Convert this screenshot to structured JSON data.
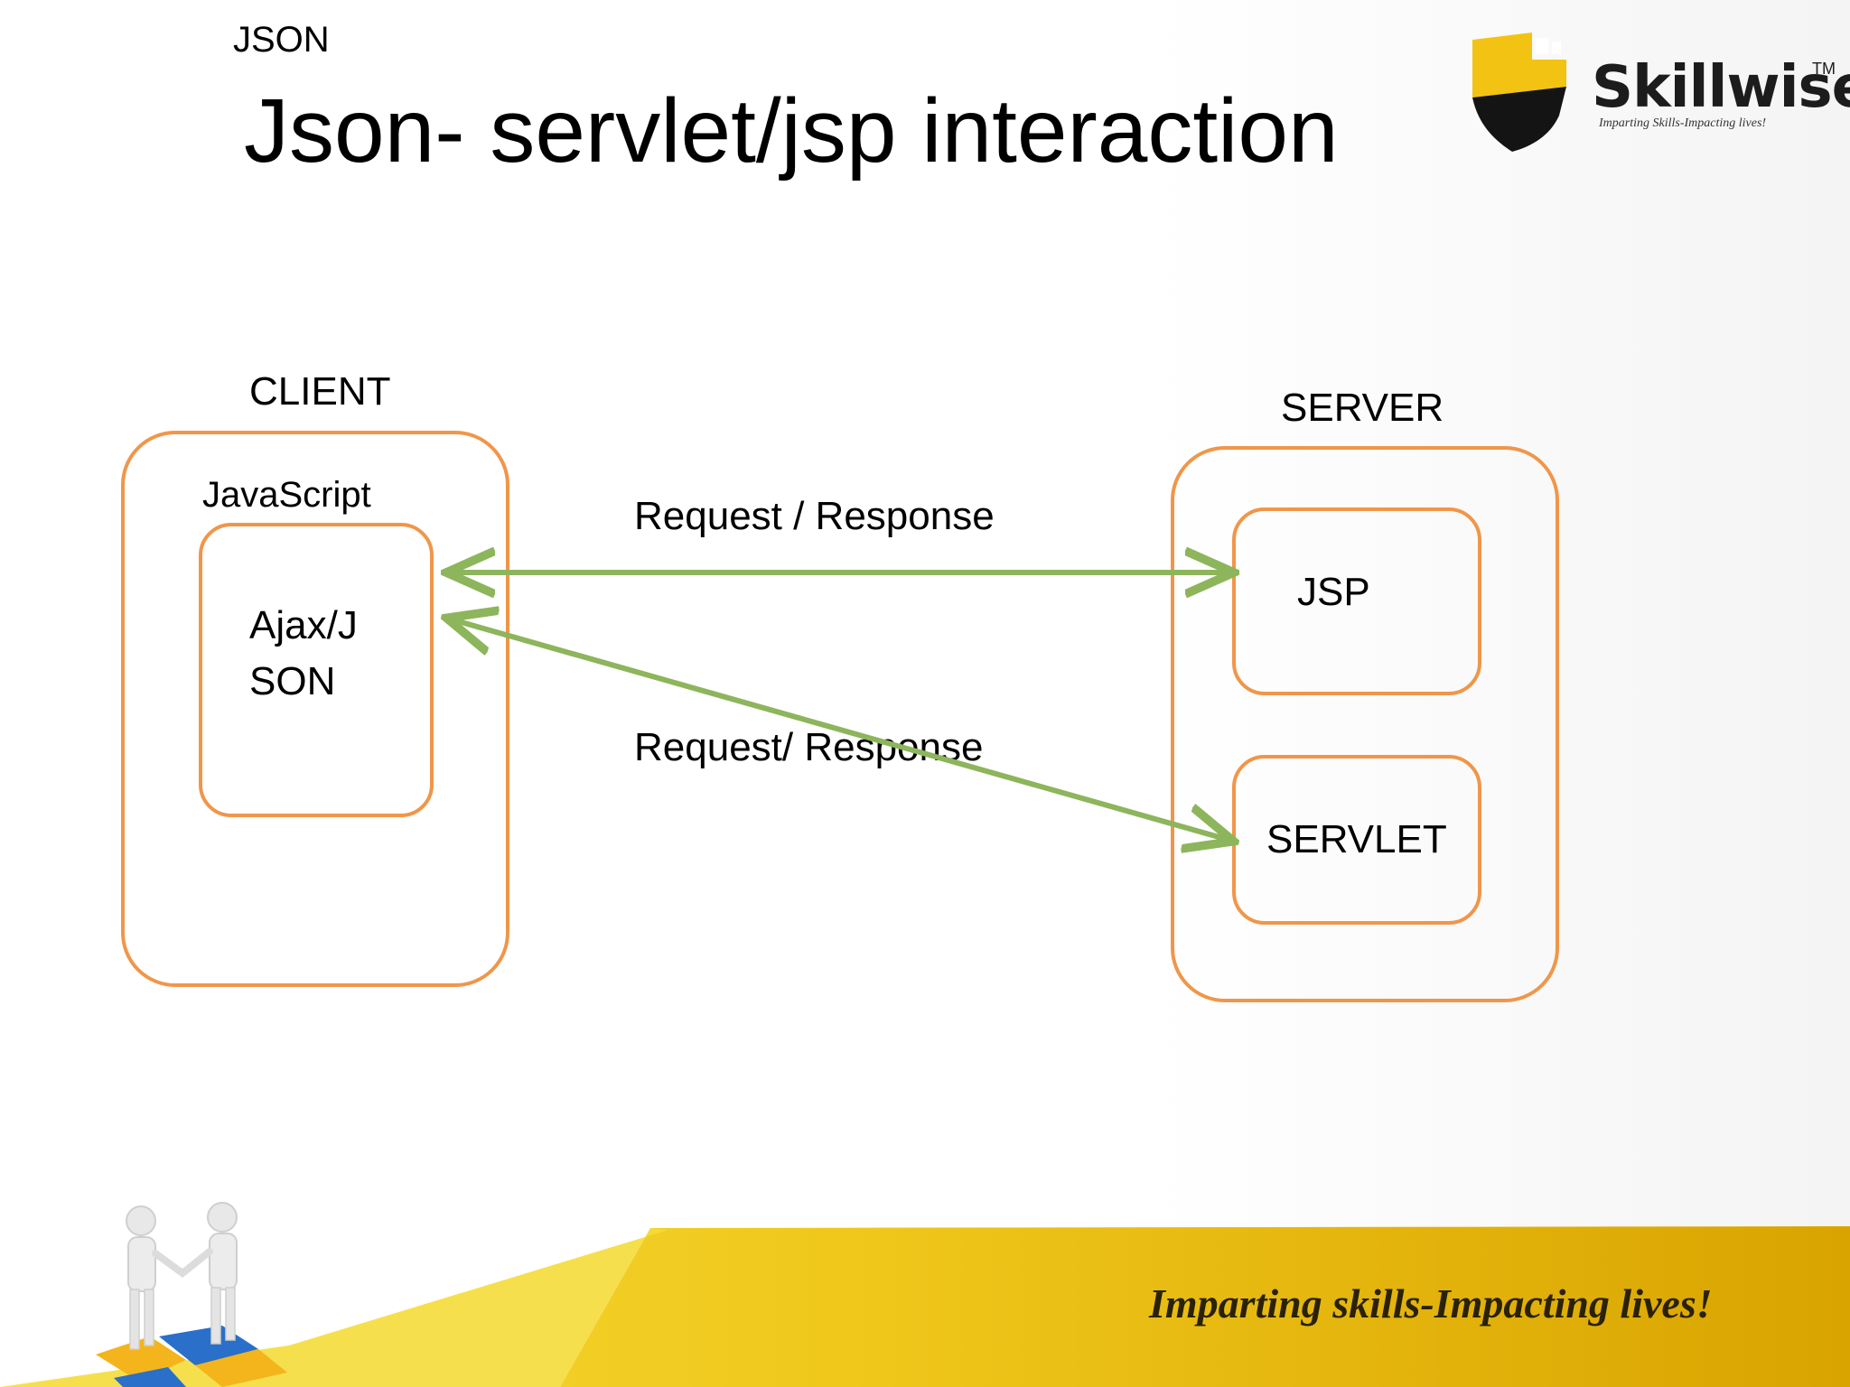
{
  "header": {
    "section_label": "JSON",
    "title": "Json- servlet/jsp interaction"
  },
  "logo": {
    "wordmark": "Skillwise",
    "trademark": "TM",
    "tagline": "Imparting Skills-Impacting lives!"
  },
  "diagram": {
    "client": {
      "title": "CLIENT",
      "inner_caption": "JavaScript",
      "component": "Ajax/J SON"
    },
    "server": {
      "title": "SERVER",
      "components": [
        "JSP",
        "SERVLET"
      ]
    },
    "connections": [
      {
        "label": "Request / Response",
        "from": "Ajax/J SON",
        "to": "JSP"
      },
      {
        "label": "Request/ Response",
        "from": "Ajax/J SON",
        "to": "SERVLET"
      }
    ],
    "colors": {
      "box_border": "#f0964a",
      "arrow": "#8db55c"
    }
  },
  "footer": {
    "tagline": "Imparting skills-Impacting lives!",
    "colors": {
      "band_light": "#f5dc3a",
      "band_dark": "#d9a400"
    }
  }
}
